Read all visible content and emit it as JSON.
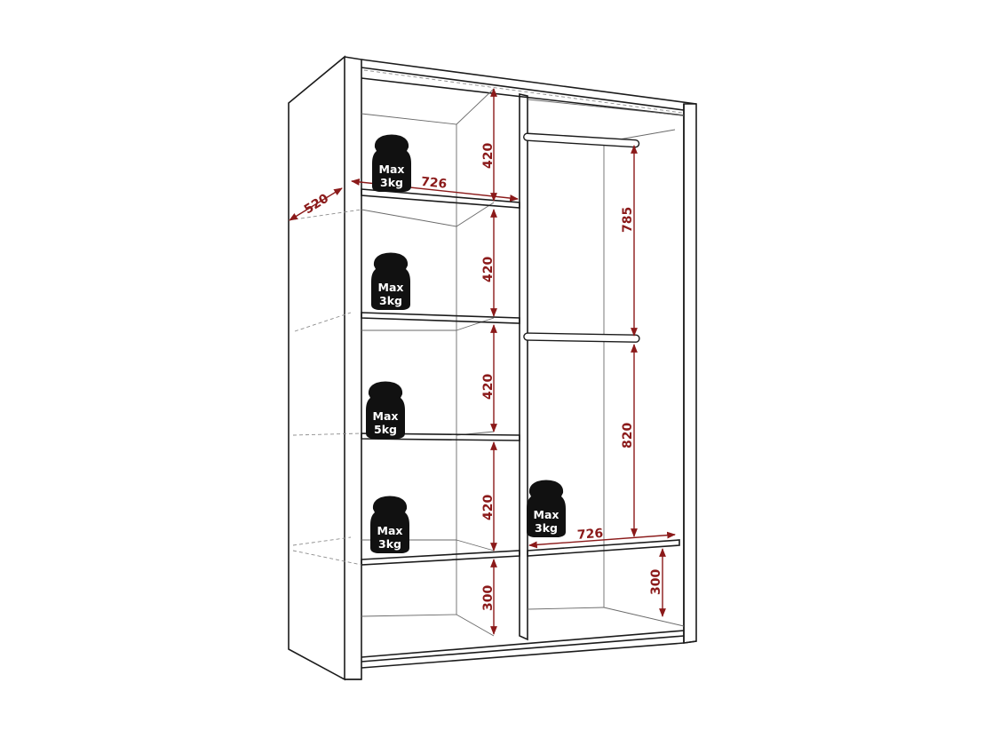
{
  "dimensions": {
    "depth": "520",
    "shelf_width_left": "726",
    "shelf_width_right": "726",
    "shelf_height_1": "420",
    "shelf_height_2": "420",
    "shelf_height_3": "420",
    "shelf_height_4": "420",
    "bottom_height_left": "300",
    "rail_gap_upper": "785",
    "rail_gap_lower": "820",
    "bottom_height_right": "300"
  },
  "weights": [
    {
      "line1": "Max",
      "line2": "3kg"
    },
    {
      "line1": "Max",
      "line2": "3kg"
    },
    {
      "line1": "Max",
      "line2": "5kg"
    },
    {
      "line1": "Max",
      "line2": "3kg"
    },
    {
      "line1": "Max",
      "line2": "3kg"
    }
  ],
  "colors": {
    "dimension": "#8b1a1a",
    "outline": "#1b1b1b",
    "weight": "#111111"
  }
}
